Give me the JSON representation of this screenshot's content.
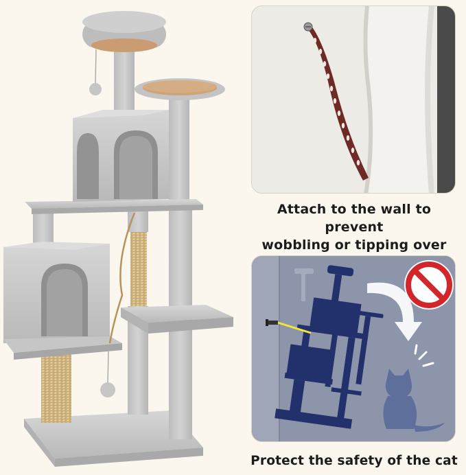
{
  "captions": {
    "wall_attach": "Attach to the wall to prevent wobbling or tipping over",
    "wall_attach_line1": "Attach to the wall to prevent",
    "wall_attach_line2": "wobbling or tipping over",
    "safety": "Protect the safety of the cat"
  },
  "colors": {
    "background": "#fbf7ee",
    "plush": "#c9c9c9",
    "sisal": "#d9c08f",
    "strap": "#6e2a24",
    "warning_red": "#d3262b",
    "tree_silhouette": "#22306b",
    "highlight_cord": "#f5e43a"
  },
  "icons": {
    "no_sign": "prohibition-icon",
    "arrow": "curved-arrow-icon",
    "cat": "cat-silhouette-icon"
  }
}
